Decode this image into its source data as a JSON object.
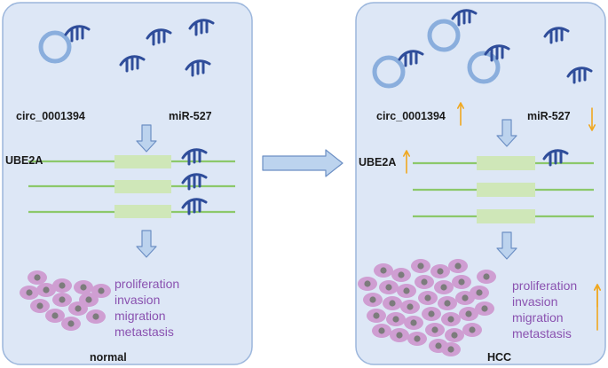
{
  "colors": {
    "panel_fill": "#dde7f6",
    "panel_stroke": "#9bb6dc",
    "circ_ring": "#8aaedd",
    "mirna": "#2f4d9a",
    "mrna_line": "#8cc86a",
    "gene_box": "#cfe7b8",
    "arrow_fill": "#bcd3ee",
    "arrow_stroke": "#6c8fc4",
    "cell_fill": "#cf9ed2",
    "cell_nucleus": "#7c7c7c",
    "outcome_text": "#8a52b0",
    "up_down_arrow": "#f0a820"
  },
  "icons": {
    "circrna": "circle-ring-with-mirna-icon",
    "mirna": "mirna-hairpin-icon",
    "transition": "right-arrow-icon",
    "flow": "down-arrow-icon",
    "cells": "cell-cluster-icon",
    "upregulated": "up-arrow-icon",
    "downregulated": "down-arrow-icon"
  },
  "normal": {
    "circ_label": "circ_0001394",
    "mir_label": "miR-527",
    "gene_label": "UBE2A",
    "outcomes": [
      "proliferation",
      "invasion",
      "migration",
      "metastasis"
    ],
    "state_label": "normal"
  },
  "hcc": {
    "circ_label": "circ_0001394",
    "mir_label": "miR-527",
    "gene_label": "UBE2A",
    "outcomes": [
      "proliferation",
      "invasion",
      "migration",
      "metastasis"
    ],
    "state_label": "HCC"
  }
}
